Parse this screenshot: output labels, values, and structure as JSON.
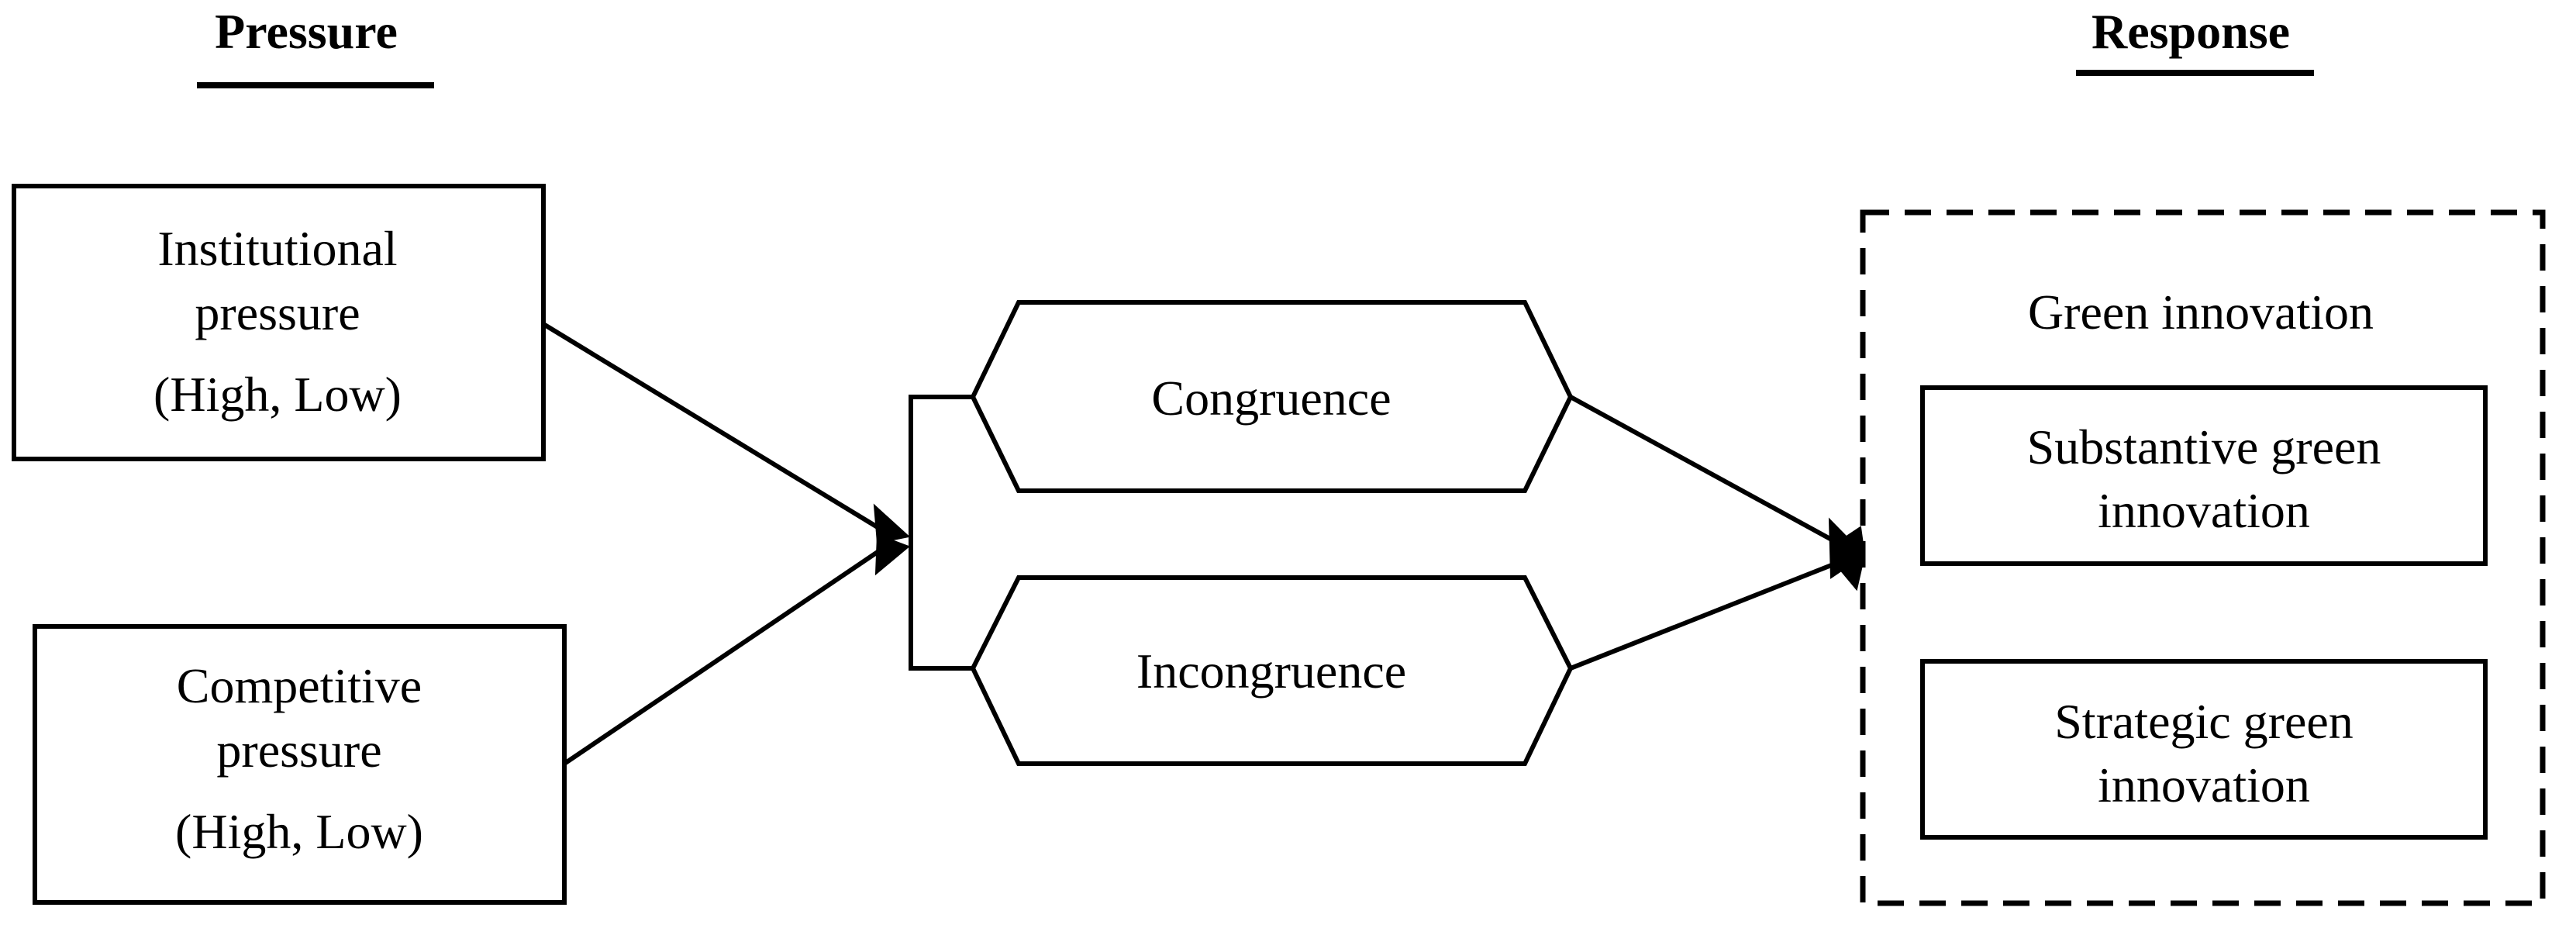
{
  "headings": {
    "pressure": "Pressure",
    "response": "Response"
  },
  "nodes": {
    "institutional": {
      "line1": "Institutional",
      "line2": "pressure",
      "line3": "(High, Low)"
    },
    "competitive": {
      "line1": "Competitive",
      "line2": "pressure",
      "line3": "(High, Low)"
    },
    "congruence": {
      "label": "Congruence"
    },
    "incongruence": {
      "label": "Incongruence"
    },
    "green_innovation": {
      "label": "Green innovation"
    },
    "substantive": {
      "line1": "Substantive green",
      "line2": "innovation"
    },
    "strategic": {
      "line1": "Strategic green",
      "line2": "innovation"
    }
  },
  "colors": {
    "stroke": "#000000",
    "background": "#ffffff",
    "text": "#000000"
  }
}
